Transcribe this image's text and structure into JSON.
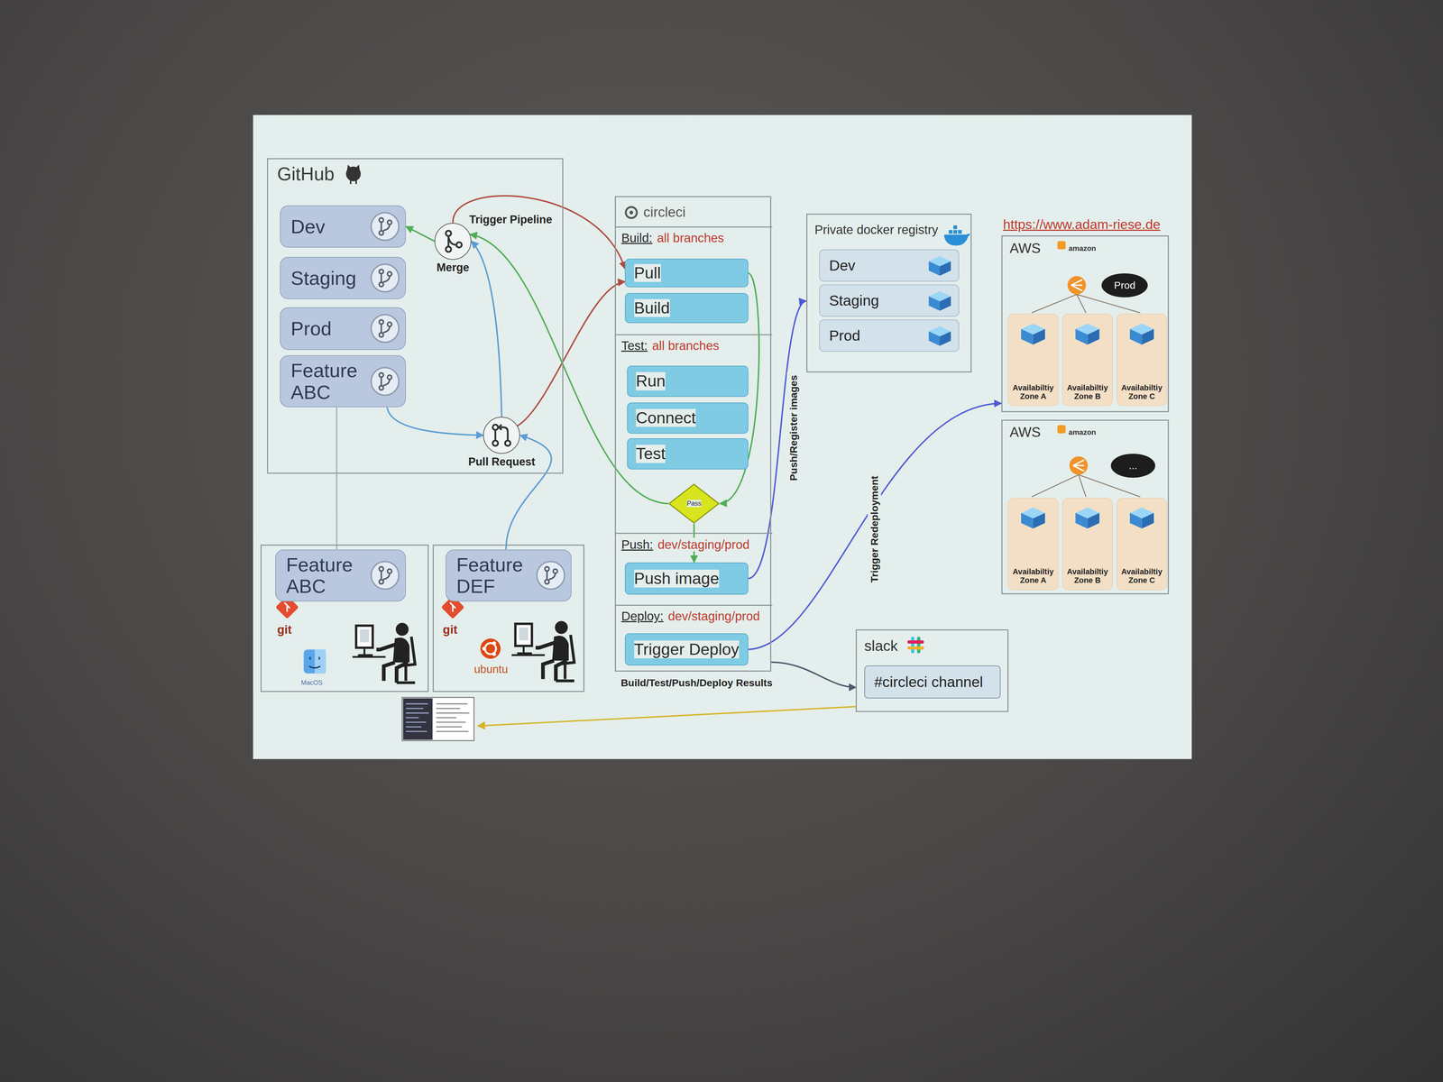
{
  "diagram": {
    "nodes": [
      {
        "text": [
          "GitHub"
        ]
      },
      {
        "text": [
          "Dev"
        ],
        "in": 0
      },
      {
        "text": [
          "Staging"
        ],
        "in": 0
      },
      {
        "text": [
          "Prod"
        ],
        "in": 0
      },
      {
        "text": [
          "Feature ABC"
        ],
        "in": 0
      },
      {
        "text": [
          "Merge"
        ],
        "in": 0
      },
      {
        "text": [
          "Pull Request"
        ],
        "in": 0
      },
      {
        "text": [
          "git",
          "MacOS"
        ]
      },
      {
        "text": [
          "Feature ABC"
        ],
        "in": 7
      },
      {
        "text": [
          "git",
          "ubuntu"
        ]
      },
      {
        "text": [
          "Feature DEF"
        ],
        "in": 9
      },
      {
        "text": [
          "circleci"
        ]
      },
      {
        "text": [
          "Build:",
          "all branches"
        ],
        "in": 11
      },
      {
        "text": [
          "Pull"
        ],
        "in": 12
      },
      {
        "text": [
          "Build"
        ],
        "in": 12
      },
      {
        "text": [
          "Test:",
          "all branches"
        ],
        "in": 11
      },
      {
        "text": [
          "Run"
        ],
        "in": 15
      },
      {
        "text": [
          "Connect"
        ],
        "in": 15
      },
      {
        "text": [
          "Test"
        ],
        "in": 15
      },
      {
        "text": [
          "Pass"
        ],
        "in": 15
      },
      {
        "text": [
          "Push:",
          "dev/staging/prod"
        ],
        "in": 11
      },
      {
        "text": [
          "Push image"
        ],
        "in": 20
      },
      {
        "text": [
          "Deploy:",
          "dev/staging/prod"
        ],
        "in": 11
      },
      {
        "text": [
          "Trigger Deploy"
        ],
        "in": 22
      },
      {
        "text": [
          "Private docker registry"
        ]
      },
      {
        "text": [
          "Dev"
        ],
        "in": 24
      },
      {
        "text": [
          "Staging"
        ],
        "in": 24
      },
      {
        "text": [
          "Prod"
        ],
        "in": 24
      },
      {
        "text": [
          "AWS",
          "amazon"
        ]
      },
      {
        "text": [
          "Prod"
        ],
        "in": 28
      },
      {
        "text": [
          "Availabiltiy Zone A"
        ],
        "in": 28
      },
      {
        "text": [
          "Availabiltiy Zone B"
        ],
        "in": 28
      },
      {
        "text": [
          "Availabiltiy Zone C"
        ],
        "in": 28
      },
      {
        "text": [
          "AWS",
          "amazon"
        ]
      },
      {
        "text": [
          "..."
        ],
        "in": 33
      },
      {
        "text": [
          "Availabiltiy Zone A"
        ],
        "in": 33
      },
      {
        "text": [
          "Availabiltiy Zone B"
        ],
        "in": 33
      },
      {
        "text": [
          "Availabiltiy Zone C"
        ],
        "in": 33
      },
      {
        "text": [
          "slack"
        ]
      },
      {
        "text": [
          "#circleci channel"
        ],
        "in": 38
      }
    ],
    "edges": [
      {
        "from": 4,
        "to": 6,
        "arrow": "to"
      },
      {
        "from": 10,
        "to": 6,
        "arrow": "to"
      },
      {
        "from": 8,
        "to": 4,
        "arrow": "none"
      },
      {
        "from": 6,
        "to": 5,
        "arrow": "to"
      },
      {
        "from": 5,
        "to": 1,
        "arrow": "to"
      },
      {
        "from": 5,
        "to": 13,
        "label": "Trigger Pipeline",
        "arrow": "to"
      },
      {
        "from": 6,
        "to": 13,
        "arrow": "to"
      },
      {
        "from": 13,
        "to": 19,
        "arrow": "to"
      },
      {
        "from": 19,
        "to": 5,
        "arrow": "to"
      },
      {
        "from": 19,
        "to": 21,
        "arrow": "to"
      },
      {
        "from": 21,
        "to": 24,
        "label": "Push/Register images",
        "arrow": "to"
      },
      {
        "from": 23,
        "to": 28,
        "label": "Trigger Redeployment",
        "arrow": "to"
      },
      {
        "from": 11,
        "to": 38,
        "label": "Build/Test/Push/Deploy Results",
        "arrow": "to"
      }
    ],
    "labels": [
      "https://www.adam-riese.de"
    ]
  }
}
